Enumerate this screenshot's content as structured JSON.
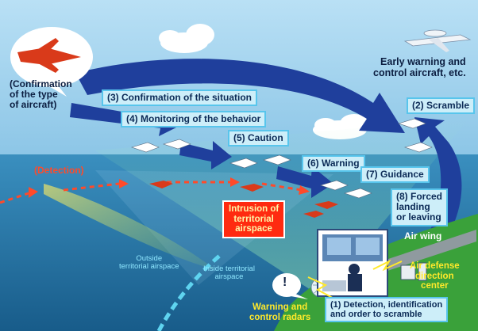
{
  "labels": {
    "aircraft_type_confirmation": "(Confirmation\nof the type\nof aircraft)",
    "early_warning": "Early warning and\ncontrol aircraft, etc.",
    "step3": "(3) Confirmation of the situation",
    "step4": "(4) Monitoring of the behavior",
    "step2": "(2) Scramble",
    "step5": "(5) Caution",
    "detection": "(Detection)",
    "step6": "(6) Warning",
    "step7": "(7) Guidance",
    "step8": "(8) Forced\nlanding\nor leaving",
    "intrusion": "Intrusion of\nterritorial\nairspace",
    "air_wing": "Air wing",
    "adc": "Air defense\ndirection\ncenter",
    "outside": "Outside\nterritorial airspace",
    "inside": "Inside territorial\nairspace",
    "radars": "Warning and\ncontrol radars",
    "step1": "(1) Detection, identification\nand order to scramble",
    "exclamation": "!"
  },
  "colors": {
    "sea": "#2f7aa6",
    "sky": "#9fd1ee",
    "arrow_blue": "#1f3f9c",
    "box_fill": "#cdeef9",
    "box_border": "#58c5ec",
    "intrusion_red": "#ff2a10",
    "detection_red": "#ff4a2a",
    "hostile_aircraft": "#d93a1a",
    "land_green": "#3aa13a",
    "ground_wire": "#ffe92a"
  },
  "icons": {
    "hostile_aircraft": "red-fighter-jet-icon",
    "friendly_aircraft": "white-fighter-jet-icon",
    "awacs": "awacs-aircraft-icon",
    "radar": "radar-dome-icon",
    "operator": "operator-console-icon"
  }
}
